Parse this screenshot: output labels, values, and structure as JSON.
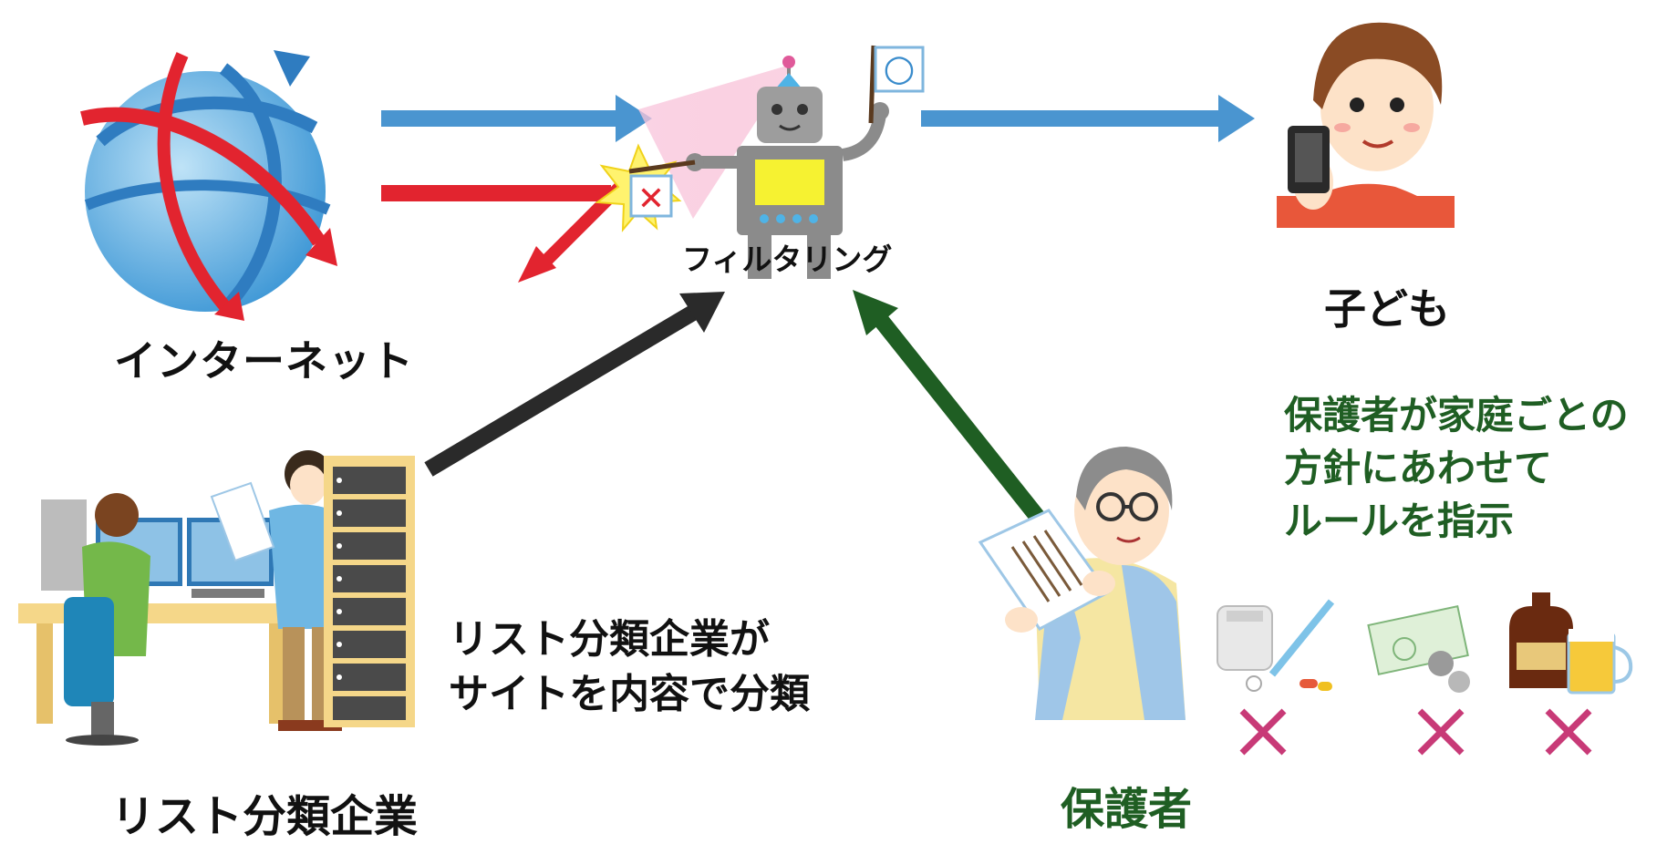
{
  "labels": {
    "internet": "インターネット",
    "filtering": "フィルタリング",
    "child": "子ども",
    "list_company": "リスト分類企業",
    "guardian": "保護者",
    "company_desc": [
      "リスト分類企業が",
      "サイトを内容で分類"
    ],
    "guardian_desc": [
      "保護者が家庭ごとの",
      "方針にあわせて",
      "ルールを指示"
    ]
  },
  "flag_marks": {
    "allow": "○",
    "deny": "✕"
  },
  "colors": {
    "allowed_arrow": "#4a95d0",
    "blocked_arrow": "#e2242f",
    "company_arrow": "#2a2a2a",
    "guardian_arrow": "#1f5e23",
    "guardian_text": "#1f5e23",
    "prohibited_mark": "#c83a77"
  },
  "icons": [
    "globe-icon",
    "robot-icon",
    "child-with-phone-icon",
    "office-workers-icon",
    "server-rack-icon",
    "guardian-with-document-icon",
    "medicine-icon",
    "money-icon",
    "alcohol-icon"
  ]
}
